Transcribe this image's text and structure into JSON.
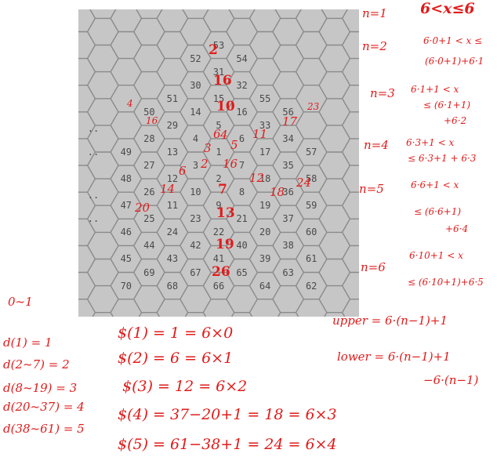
{
  "board": {
    "cells": [
      {
        "n": "53",
        "q": 0,
        "r": -4
      },
      {
        "n": "52",
        "q": -1,
        "r": -3
      },
      {
        "n": "54",
        "q": 1,
        "r": -3
      },
      {
        "n": "31",
        "q": 0,
        "r": -3
      },
      {
        "n": "51",
        "q": -2,
        "r": -2
      },
      {
        "n": "30",
        "q": -1,
        "r": -2
      },
      {
        "n": "32",
        "q": 1,
        "r": -2
      },
      {
        "n": "55",
        "q": 2,
        "r": -2
      },
      {
        "n": "15",
        "q": 0,
        "r": -2
      },
      {
        "n": "50",
        "q": -3,
        "r": -1
      },
      {
        "n": "29",
        "q": -2,
        "r": -1
      },
      {
        "n": "14",
        "q": -1,
        "r": -1
      },
      {
        "n": "16",
        "q": 1,
        "r": -1
      },
      {
        "n": "33",
        "q": 2,
        "r": -1
      },
      {
        "n": "56",
        "q": 3,
        "r": -1
      },
      {
        "n": "5",
        "q": 0,
        "r": -1
      },
      {
        "n": "49",
        "q": -4,
        "r": 0
      },
      {
        "n": "28",
        "q": -3,
        "r": 0
      },
      {
        "n": "13",
        "q": -2,
        "r": 0
      },
      {
        "n": "4",
        "q": -1,
        "r": 0
      },
      {
        "n": "6",
        "q": 1,
        "r": 0
      },
      {
        "n": "17",
        "q": 2,
        "r": 0
      },
      {
        "n": "34",
        "q": 3,
        "r": 0
      },
      {
        "n": "57",
        "q": 4,
        "r": 0
      },
      {
        "n": "1",
        "q": 0,
        "r": 0
      },
      {
        "n": "48",
        "q": -4,
        "r": 1
      },
      {
        "n": "27",
        "q": -3,
        "r": 1
      },
      {
        "n": "12",
        "q": -2,
        "r": 1
      },
      {
        "n": "3",
        "q": -1,
        "r": 1
      },
      {
        "n": "7",
        "q": 1,
        "r": 1
      },
      {
        "n": "18",
        "q": 2,
        "r": 1
      },
      {
        "n": "35",
        "q": 3,
        "r": 1
      },
      {
        "n": "58",
        "q": 4,
        "r": 1
      },
      {
        "n": "2",
        "q": 0,
        "r": 1
      },
      {
        "n": "47",
        "q": -4,
        "r": 2
      },
      {
        "n": "26",
        "q": -3,
        "r": 2
      },
      {
        "n": "11",
        "q": -2,
        "r": 2
      },
      {
        "n": "10",
        "q": -1,
        "r": 2
      },
      {
        "n": "8",
        "q": 1,
        "r": 2
      },
      {
        "n": "19",
        "q": 2,
        "r": 2
      },
      {
        "n": "36",
        "q": 3,
        "r": 2
      },
      {
        "n": "59",
        "q": 4,
        "r": 2
      },
      {
        "n": "9",
        "q": 0,
        "r": 2
      },
      {
        "n": "46",
        "q": -4,
        "r": 3
      },
      {
        "n": "25",
        "q": -3,
        "r": 3
      },
      {
        "n": "24",
        "q": -2,
        "r": 3
      },
      {
        "n": "23",
        "q": -1,
        "r": 3
      },
      {
        "n": "21",
        "q": 1,
        "r": 3
      },
      {
        "n": "20",
        "q": 2,
        "r": 3
      },
      {
        "n": "37",
        "q": 3,
        "r": 3
      },
      {
        "n": "60",
        "q": 4,
        "r": 3
      },
      {
        "n": "22",
        "q": 0,
        "r": 3
      },
      {
        "n": "45",
        "q": -4,
        "r": 4
      },
      {
        "n": "44",
        "q": -3,
        "r": 4
      },
      {
        "n": "43",
        "q": -2,
        "r": 4
      },
      {
        "n": "42",
        "q": -1,
        "r": 4
      },
      {
        "n": "40",
        "q": 1,
        "r": 4
      },
      {
        "n": "39",
        "q": 2,
        "r": 4
      },
      {
        "n": "38",
        "q": 3,
        "r": 4
      },
      {
        "n": "61",
        "q": 4,
        "r": 4
      },
      {
        "n": "41",
        "q": 0,
        "r": 4
      },
      {
        "n": "70",
        "q": -4,
        "r": 5
      },
      {
        "n": "69",
        "q": -3,
        "r": 5
      },
      {
        "n": "68",
        "q": -2,
        "r": 5
      },
      {
        "n": "67",
        "q": -1,
        "r": 5
      },
      {
        "n": "65",
        "q": 1,
        "r": 5
      },
      {
        "n": "64",
        "q": 2,
        "r": 5
      },
      {
        "n": "63",
        "q": 3,
        "r": 5
      },
      {
        "n": "62",
        "q": 4,
        "r": 5
      },
      {
        "n": "66",
        "q": 0,
        "r": 5
      }
    ],
    "dots": [
      "..",
      "..",
      "..",
      ".."
    ]
  },
  "annotations": {
    "board_ink": [
      {
        "t": "2",
        "size": "num"
      },
      {
        "t": "16",
        "size": "num"
      },
      {
        "t": "10",
        "size": "num"
      },
      {
        "t": "4",
        "size": "md"
      },
      {
        "t": "5",
        "size": "md"
      },
      {
        "t": "6",
        "size": "md"
      },
      {
        "t": "11",
        "size": "md"
      },
      {
        "t": "17",
        "size": "md"
      },
      {
        "t": "3",
        "size": "md"
      },
      {
        "t": "2",
        "size": "md"
      },
      {
        "t": "16",
        "size": "md"
      },
      {
        "t": "7",
        "size": "num"
      },
      {
        "t": "13",
        "size": "num"
      },
      {
        "t": "19",
        "size": "num"
      },
      {
        "t": "26",
        "size": "num"
      },
      {
        "t": "12",
        "size": "md"
      },
      {
        "t": "18",
        "size": "md"
      },
      {
        "t": "24",
        "size": "md"
      },
      {
        "t": "14",
        "size": "md"
      },
      {
        "t": "20",
        "size": "md"
      },
      {
        "t": "16",
        "size": "sm"
      },
      {
        "t": "23",
        "size": "sm"
      },
      {
        "t": "4",
        "size": "sm"
      },
      {
        "t": "6",
        "size": "md"
      }
    ],
    "right_labels": [
      {
        "label": "n=1",
        "expr": "6<x≤6"
      },
      {
        "label": "n=2",
        "expr": "6·0+1 < x ≤"
      },
      {
        "label": "",
        "expr": "(6·0+1)+6·1"
      },
      {
        "label": "n=3",
        "expr": "6·1+1 < x"
      },
      {
        "label": "",
        "expr": "≤ (6·1+1)"
      },
      {
        "label": "",
        "expr": "+6·2"
      },
      {
        "label": "n=4",
        "expr": "6·3+1 < x"
      },
      {
        "label": "",
        "expr": "≤ 6·3+1 + 6·3"
      },
      {
        "label": "n=5",
        "expr": "6·6+1 < x"
      },
      {
        "label": "",
        "expr": "≤ (6·6+1)"
      },
      {
        "label": "",
        "expr": "+6·4"
      },
      {
        "label": "n=6",
        "expr": "6·10+1 < x"
      },
      {
        "label": "",
        "expr": "≤ (6·10+1)+6·5"
      }
    ],
    "left_lines": [
      "0~1",
      "d(1) = 1",
      "d(2~7) = 2",
      "d(8~19) = 3",
      "d(20~37) = 4",
      "d(38~61) = 5"
    ],
    "middle_lines": [
      "$(1) = 1        = 6×0",
      "$(2) = 6        = 6×1",
      "$(3) = 12       = 6×2",
      "$(4) = 37−20+1 = 18 = 6×3",
      "$(5) = 61−38+1 = 24 = 6×4"
    ],
    "right_bottom_lines": [
      "upper = 6·(n−1)+1",
      "lower = 6·(n−1)+1",
      "−6·(n−1)"
    ]
  }
}
